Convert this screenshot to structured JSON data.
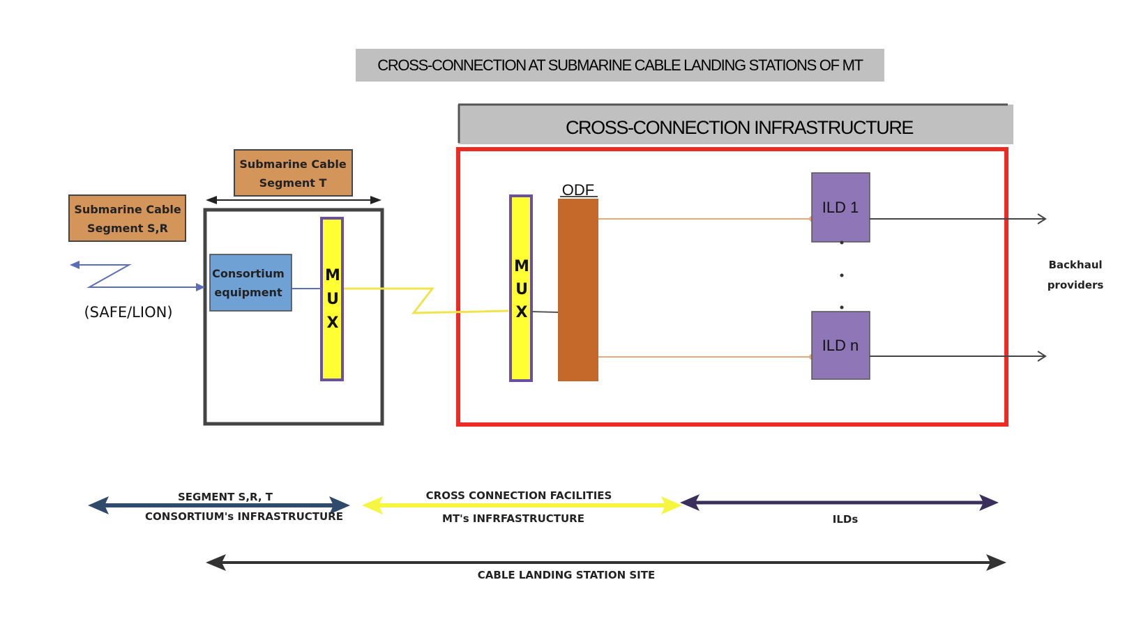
{
  "title": "CROSS-CONNECTION AT SUBMARINE CABLE LANDING STATIONS OF MT",
  "infrastructure_title": "CROSS-CONNECTION INFRASTRUCTURE",
  "segment_sr": [
    "Submarine Cable",
    "Segment S,R"
  ],
  "segment_t": [
    "Submarine Cable",
    "Segment T"
  ],
  "consortium_equipment": [
    "Consortium",
    "equipment"
  ],
  "mux_letters": [
    "M",
    "U",
    "X"
  ],
  "odf_label": "ODF",
  "ild1_label": "ILD 1",
  "ildn_label": "ILD n",
  "backhaul": [
    "Backhaul",
    "providers"
  ],
  "safe_lion": "(SAFE/LION)",
  "bottom": {
    "segment_top": "SEGMENT S,R, T",
    "segment_bottom": "CONSORTIUM's INFRASTRUCTURE",
    "cross_top": "CROSS CONNECTION FACILITIES",
    "cross_bottom": "MT's INFRFASTRUCTURE",
    "ilds": "ILDs",
    "site": "CABLE LANDING STATION SITE"
  },
  "colors": {
    "title_bg": "#c0c0c0",
    "segment_box": "#d4955a",
    "consortium_box": "#6fa1d4",
    "mux": "#ffff33",
    "mux_border": "#6b4fa0",
    "odf": "#c4692a",
    "ild": "#8f76b6",
    "red_frame": "#ee2a24",
    "arrow_navy": "#2f4a6b",
    "arrow_yellow": "#f6f640",
    "arrow_purple": "#3a2f5a",
    "arrow_dark": "#333333"
  }
}
